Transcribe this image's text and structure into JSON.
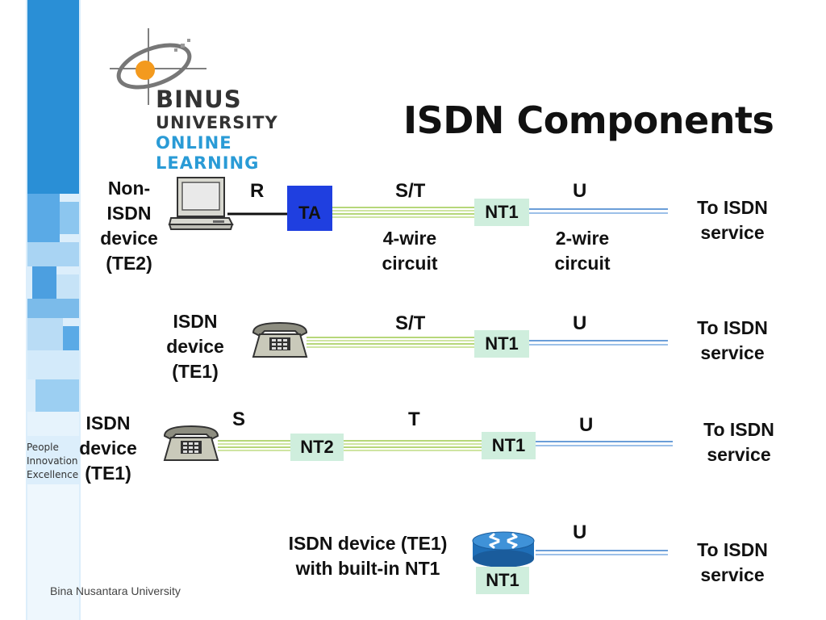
{
  "logo": {
    "line1": "BINUS",
    "line2": "UNIVERSITY",
    "line3": "ONLINE",
    "line4": "LEARNING"
  },
  "motto": [
    "People",
    "Innovation",
    "Excellence"
  ],
  "title": "ISDN Components",
  "footer": "Bina Nusantara University",
  "colors": {
    "blue_band": "#2a8fd6",
    "ta_box": "#1f3fe0",
    "nt_box": "#cfeedd",
    "green_wire": "#b6d77a",
    "blue_wire": "#6b9ed8"
  },
  "rows": [
    {
      "device_label": [
        "Non-",
        "ISDN",
        "device",
        "(TE2)"
      ],
      "device_icon": "computer-icon",
      "ref_r": "R",
      "ta_label": "TA",
      "ref_st": "S/T",
      "nt1": "NT1",
      "ref_u": "U",
      "st_circuit": [
        "4-wire",
        "circuit"
      ],
      "u_circuit": [
        "2-wire",
        "circuit"
      ],
      "service": [
        "To ISDN",
        "service"
      ]
    },
    {
      "device_label": [
        "ISDN",
        "device",
        "(TE1)"
      ],
      "device_icon": "telephone-icon",
      "ref_st": "S/T",
      "nt1": "NT1",
      "ref_u": "U",
      "service": [
        "To ISDN",
        "service"
      ]
    },
    {
      "device_label": [
        "ISDN",
        "device",
        "(TE1)"
      ],
      "device_icon": "telephone-icon",
      "ref_s": "S",
      "nt2": "NT2",
      "ref_t": "T",
      "nt1": "NT1",
      "ref_u": "U",
      "service": [
        "To ISDN",
        "service"
      ]
    },
    {
      "device_label": [
        "ISDN device (TE1)",
        "with built-in NT1"
      ],
      "device_icon": "router-icon",
      "ref_u": "U",
      "nt1": "NT1",
      "service": [
        "To ISDN",
        "service"
      ]
    }
  ]
}
